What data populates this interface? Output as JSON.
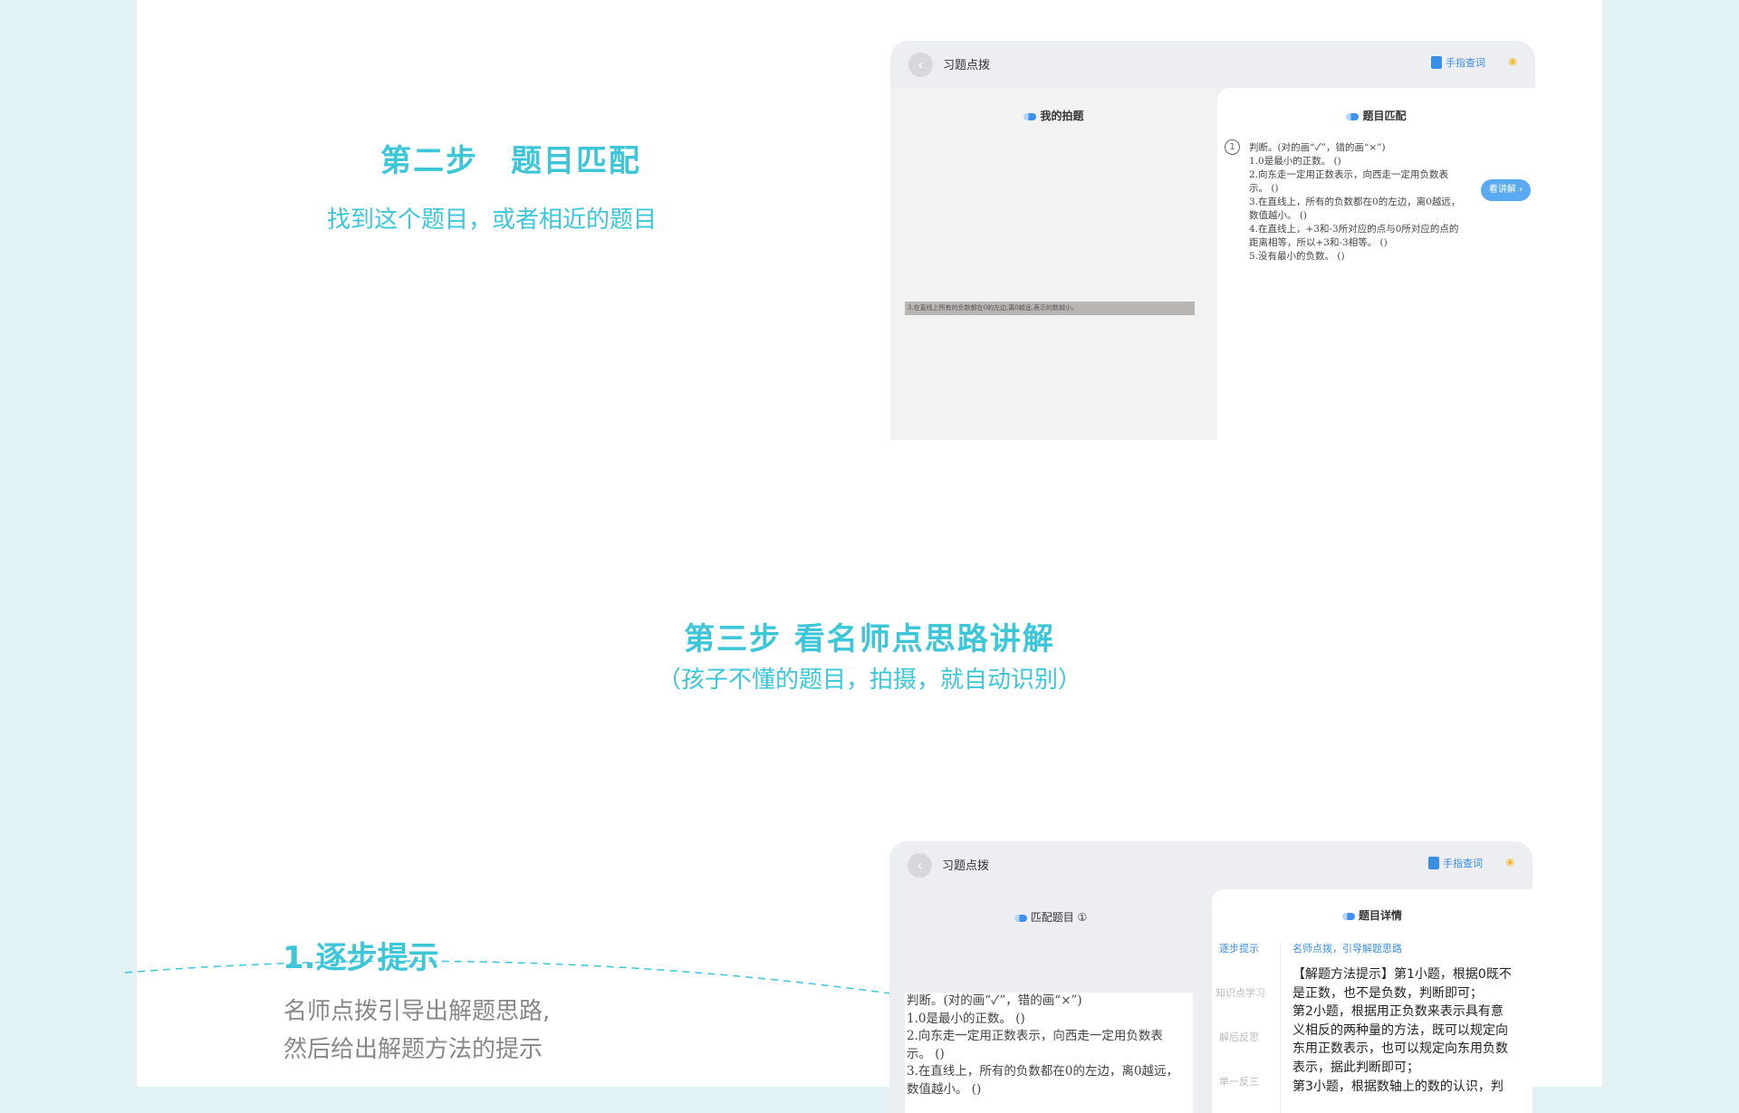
{
  "step2": {
    "title": "第二步　题目匹配",
    "subtitle": "找到这个题目，或者相近的题目"
  },
  "step3": {
    "title": "第三步  看名师点思路讲解",
    "subtitle": "（孩子不懂的题目，拍摄，就自动识别）"
  },
  "feature1": {
    "title": "1.逐步提示",
    "lines": [
      "名师点拨引导出解题思路,",
      "然后给出解题方法的提示"
    ]
  },
  "app": {
    "title": "习题点拨",
    "finger_lookup": "手指查词",
    "back_icon": "chevron-left-icon",
    "wifi_icon": "wifi-icon"
  },
  "mock1": {
    "left_title": "我的拍题",
    "photo_text": "3.在直线上所有的负数都在0的左边,离0越远,表示的数越小。",
    "right_title": "题目匹配",
    "index": "1",
    "view_button": "看讲解 ›",
    "question": [
      "判断。(对的画“✓”，错的画“×”)",
      "1.0是最小的正数。 ()",
      "2.向东走一定用正数表示，向西走一定用负数表",
      "示。 ()",
      "3.在直线上，所有的负数都在0的左边，离0越远，",
      "数值越小。 ()",
      "4.在直线上，+3和-3所对应的点与0所对应的点的",
      "距离相等，所以+3和-3相等。 ()",
      "5.没有最小的负数。 ()"
    ]
  },
  "mock2": {
    "left_title": "匹配题目 ①",
    "question": [
      "判断。(对的画“✓”，错的画“×”)",
      "1.0是最小的正数。 ()",
      "2.向东走一定用正数表示，向西走一定用负数表",
      "示。 ()",
      "3.在直线上，所有的负数都在0的左边，离0越远，",
      "数值越小。 ()"
    ],
    "right_title": "题目详情",
    "tabs": [
      "逐步提示",
      "知识点学习",
      "解后反思",
      "举一反三"
    ],
    "content_header": "名师点拨，引导解题思路",
    "content": [
      "【解题方法提示】第1小题，根据0既不",
      "是正数，也不是负数，判断即可；",
      "第2小题，根据用正负数来表示具有意",
      "义相反的两种量的方法，既可以规定向",
      "东用正数表示，也可以规定向东用负数",
      "表示，据此判断即可；",
      "第3小题，根据数轴上的数的认识，判"
    ]
  },
  "colors": {
    "accent": "#3cc6d8",
    "blue": "#3a8ee6",
    "bg": "#e0f2f4"
  }
}
